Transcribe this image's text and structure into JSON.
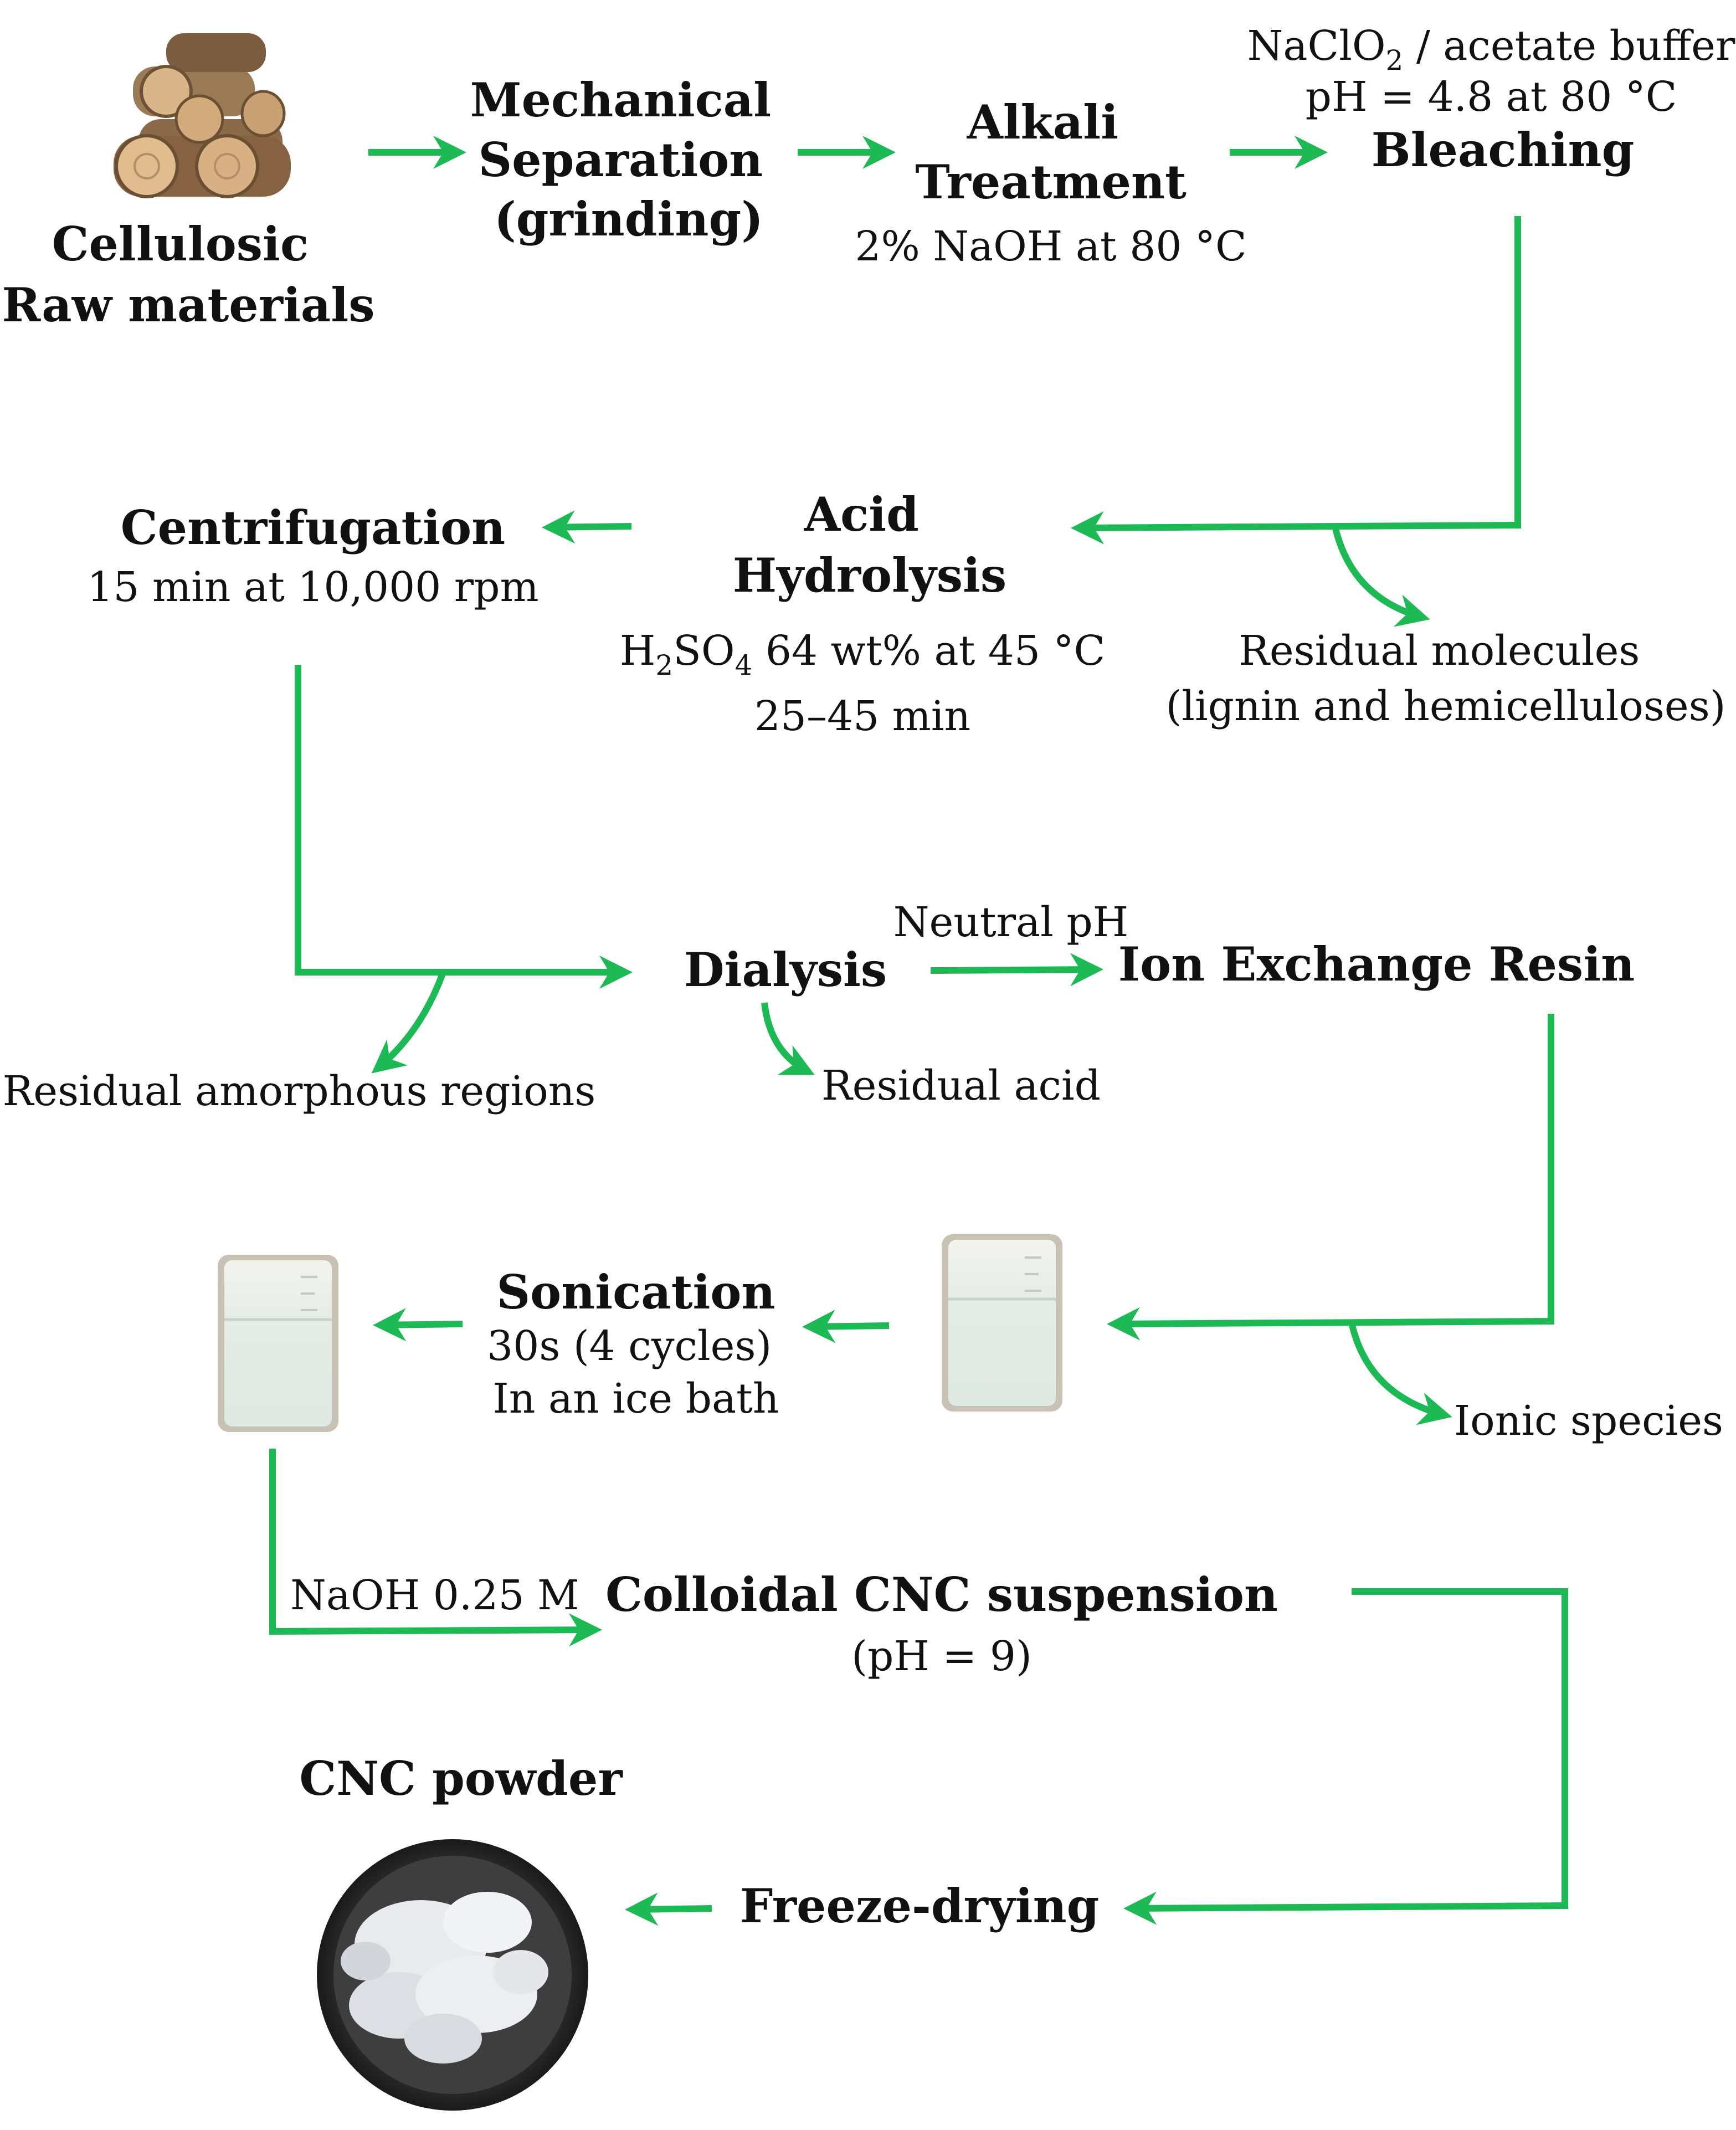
{
  "diagram": {
    "accent_color": "#1db954",
    "steps": {
      "raw_materials": [
        "Cellulosic",
        "Raw materials"
      ],
      "mechanical": [
        "Mechanical",
        "Separation",
        "(grinding)"
      ],
      "alkali": [
        "Alkali",
        "Treatment"
      ],
      "alkali_cond": "2% NaOH  at 80 °C",
      "bleaching_cond1_pre": "NaClO",
      "bleaching_cond1_sub": "2",
      "bleaching_cond1_post": " / acetate buffer",
      "bleaching_cond2": "pH = 4.8 at 80 °C",
      "bleaching": "Bleaching",
      "acid": [
        "Acid",
        "Hydrolysis"
      ],
      "acid_cond_h": "H",
      "acid_cond_sub1": "2",
      "acid_cond_so": "SO",
      "acid_cond_sub2": "4",
      "acid_cond_rest": " 64 wt% at 45 °C",
      "acid_time": "25–45 min",
      "residual_molecules": [
        "Residual molecules",
        "(lignin and hemicelluloses)"
      ],
      "centrifugation": "Centrifugation",
      "centrifugation_cond": "15 min at 10,000 rpm",
      "residual_amorphous": "Residual  amorphous  regions",
      "dialysis": "Dialysis",
      "neutral_ph": "Neutral pH",
      "residual_acid": "Residual  acid",
      "ion_exchange": "Ion Exchange Resin",
      "ionic_species": "Ionic species",
      "sonication": "Sonication",
      "sonication_cond": [
        "30s (4 cycles)",
        "In an ice bath"
      ],
      "naoh": "NaOH  0.25 M",
      "colloidal": "Colloidal  CNC  suspension",
      "colloidal_ph": "(pH = 9)",
      "cnc_powder": "CNC powder",
      "freeze_drying": "Freeze-drying"
    }
  }
}
